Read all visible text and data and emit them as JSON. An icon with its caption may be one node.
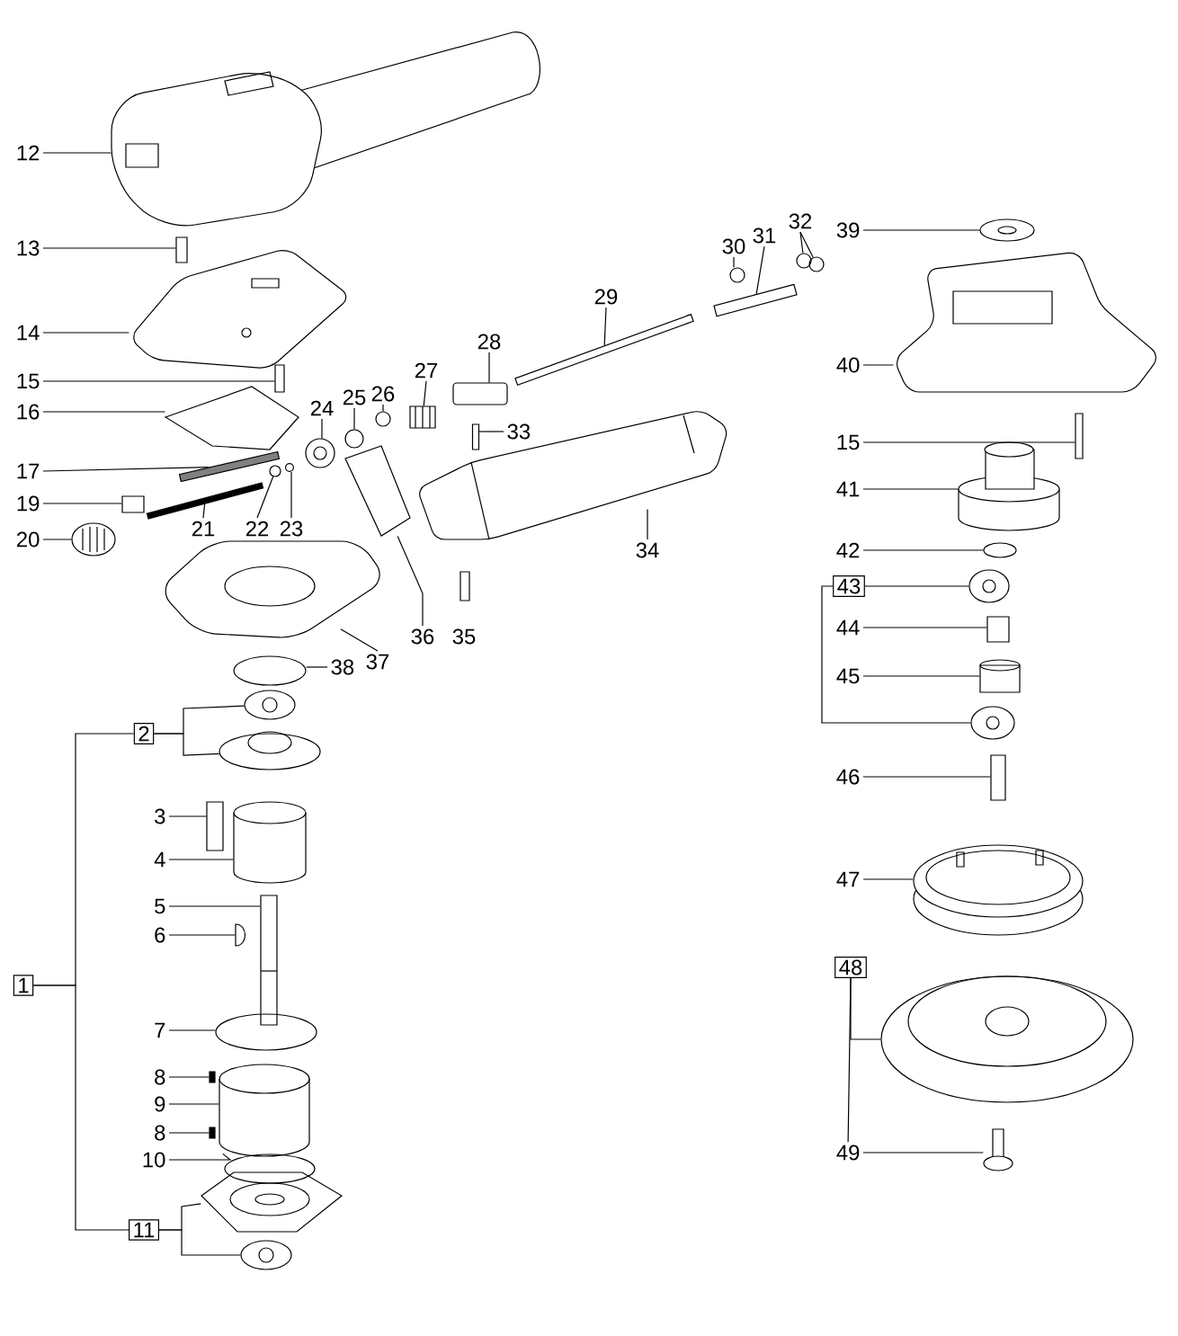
{
  "diagram": {
    "nodes": [
      {
        "text": [
          "12"
        ]
      },
      {
        "text": [
          "13"
        ]
      },
      {
        "text": [
          "14"
        ]
      },
      {
        "text": [
          "15"
        ]
      },
      {
        "text": [
          "16"
        ]
      },
      {
        "text": [
          "17"
        ]
      },
      {
        "text": [
          "19"
        ]
      },
      {
        "text": [
          "20"
        ]
      },
      {
        "text": [
          "21"
        ]
      },
      {
        "text": [
          "22"
        ]
      },
      {
        "text": [
          "23"
        ]
      },
      {
        "text": [
          "24"
        ]
      },
      {
        "text": [
          "25"
        ]
      },
      {
        "text": [
          "26"
        ]
      },
      {
        "text": [
          "27"
        ]
      },
      {
        "text": [
          "28"
        ]
      },
      {
        "text": [
          "29"
        ]
      },
      {
        "text": [
          "30"
        ]
      },
      {
        "text": [
          "31"
        ]
      },
      {
        "text": [
          "32"
        ]
      },
      {
        "text": [
          "33"
        ]
      },
      {
        "text": [
          "34"
        ]
      },
      {
        "text": [
          "36"
        ]
      },
      {
        "text": [
          "37"
        ]
      },
      {
        "text": [
          "38"
        ]
      },
      {
        "text": [
          "39"
        ]
      },
      {
        "text": [
          "40"
        ]
      },
      {
        "text": [
          "15"
        ]
      },
      {
        "text": [
          "41"
        ]
      },
      {
        "text": [
          "42"
        ]
      },
      {
        "text": [
          "43"
        ]
      },
      {
        "text": [
          "44"
        ]
      },
      {
        "text": [
          "45"
        ]
      },
      {
        "text": [
          "46"
        ]
      },
      {
        "text": [
          "47"
        ]
      },
      {
        "text": [
          "48"
        ]
      },
      {
        "text": [
          "49"
        ]
      },
      {
        "text": [
          "1"
        ]
      },
      {
        "text": [
          "2"
        ]
      },
      {
        "text": [
          "3"
        ]
      },
      {
        "text": [
          "4"
        ]
      },
      {
        "text": [
          "5"
        ]
      },
      {
        "text": [
          "6"
        ]
      },
      {
        "text": [
          "7"
        ]
      },
      {
        "text": [
          "8"
        ]
      },
      {
        "text": [
          "9"
        ]
      },
      {
        "text": [
          "8"
        ]
      },
      {
        "text": [
          "10"
        ]
      },
      {
        "text": [
          "11"
        ]
      },
      {
        "text": [],
        "shape": "picture"
      },
      {
        "text": [],
        "shape": "box"
      },
      {
        "text": [],
        "shape": "picture"
      },
      {
        "text": [],
        "shape": "box"
      },
      {
        "text": [],
        "shape": "picture"
      },
      {
        "text": [],
        "shape": "bar"
      },
      {
        "text": [],
        "shape": "box"
      },
      {
        "text": [],
        "shape": "picture"
      },
      {
        "text": [],
        "shape": "bar"
      },
      {
        "text": [],
        "shape": "circle"
      },
      {
        "text": [],
        "shape": "circle"
      },
      {
        "text": [],
        "shape": "picture"
      },
      {
        "text": [],
        "shape": "circle"
      },
      {
        "text": [],
        "shape": "circle"
      },
      {
        "text": [],
        "shape": "picture"
      },
      {
        "text": [],
        "shape": "box"
      },
      {
        "text": [],
        "shape": "box"
      },
      {
        "text": [],
        "shape": "circle"
      },
      {
        "text": [],
        "shape": "box"
      },
      {
        "text": [],
        "shape": "circle"
      },
      {
        "text": [],
        "shape": "circle"
      },
      {
        "text": [],
        "shape": "box"
      },
      {
        "text": [],
        "shape": "picture"
      },
      {
        "text": [],
        "shape": "picture"
      },
      {
        "text": [],
        "shape": "picture"
      },
      {
        "text": [],
        "shape": "circle"
      },
      {
        "text": [],
        "shape": "picture"
      },
      {
        "text": [],
        "shape": "picture"
      },
      {
        "text": [],
        "shape": "box"
      },
      {
        "text": [],
        "shape": "picture"
      },
      {
        "text": [],
        "shape": "circle"
      },
      {
        "text": [],
        "shape": "picture"
      },
      {
        "text": [],
        "shape": "box"
      },
      {
        "text": [],
        "shape": "cylinder"
      },
      {
        "text": [],
        "shape": "picture"
      },
      {
        "text": [],
        "shape": "box"
      },
      {
        "text": [],
        "shape": "circle"
      },
      {
        "text": [],
        "shape": "picture"
      },
      {
        "text": [],
        "shape": "picture"
      },
      {
        "text": [],
        "shape": "picture"
      },
      {
        "text": [],
        "shape": "picture"
      },
      {
        "text": [],
        "shape": "box"
      },
      {
        "text": [],
        "shape": "cylinder"
      },
      {
        "text": [],
        "shape": "picture"
      },
      {
        "text": [],
        "shape": "picture"
      },
      {
        "text": [],
        "shape": "circle"
      },
      {
        "text": [],
        "shape": "bar"
      },
      {
        "text": [],
        "shape": "cylinder"
      },
      {
        "text": [],
        "shape": "bar"
      },
      {
        "text": [],
        "shape": "picture"
      },
      {
        "text": [],
        "shape": "picture"
      }
    ],
    "edges": [
      {
        "from": 0,
        "to": 49,
        "arrow": "none"
      },
      {
        "from": 1,
        "to": 50,
        "arrow": "none"
      },
      {
        "from": 2,
        "to": 51,
        "arrow": "none"
      },
      {
        "from": 3,
        "to": 52,
        "arrow": "none"
      },
      {
        "from": 4,
        "to": 53,
        "arrow": "none"
      },
      {
        "from": 5,
        "to": 54,
        "arrow": "none"
      },
      {
        "from": 6,
        "to": 55,
        "arrow": "none"
      },
      {
        "from": 7,
        "to": 56,
        "arrow": "none"
      },
      {
        "from": 8,
        "to": 57,
        "arrow": "none"
      },
      {
        "from": 9,
        "to": 58,
        "arrow": "none"
      },
      {
        "from": 10,
        "to": 59,
        "arrow": "none"
      },
      {
        "from": 11,
        "to": 60,
        "arrow": "none"
      },
      {
        "from": 12,
        "to": 61,
        "arrow": "none"
      },
      {
        "from": 13,
        "to": 62,
        "arrow": "none"
      },
      {
        "from": 14,
        "to": 63,
        "arrow": "none"
      },
      {
        "from": 15,
        "to": 64,
        "arrow": "none"
      },
      {
        "from": 16,
        "to": 65,
        "arrow": "none"
      },
      {
        "from": 17,
        "to": 66,
        "arrow": "none"
      },
      {
        "from": 18,
        "to": 67,
        "arrow": "none"
      },
      {
        "from": 19,
        "to": 68,
        "arrow": "none"
      },
      {
        "from": 19,
        "to": 69,
        "arrow": "none"
      },
      {
        "from": 20,
        "to": 70,
        "arrow": "none"
      },
      {
        "from": 21,
        "to": 71,
        "arrow": "none"
      },
      {
        "from": 22,
        "to": 72,
        "arrow": "none"
      },
      {
        "from": 23,
        "to": 73,
        "arrow": "none"
      },
      {
        "from": 24,
        "to": 74,
        "arrow": "none"
      },
      {
        "from": 25,
        "to": 75,
        "arrow": "none"
      },
      {
        "from": 26,
        "to": 76,
        "arrow": "none"
      },
      {
        "from": 27,
        "to": 77,
        "arrow": "none"
      },
      {
        "from": 28,
        "to": 78,
        "arrow": "none"
      },
      {
        "from": 29,
        "to": 79,
        "arrow": "none"
      },
      {
        "from": 30,
        "to": 80,
        "arrow": "none"
      },
      {
        "from": 30,
        "to": 83,
        "arrow": "none"
      },
      {
        "from": 31,
        "to": 81,
        "arrow": "none"
      },
      {
        "from": 32,
        "to": 82,
        "arrow": "none"
      },
      {
        "from": 33,
        "to": 84,
        "arrow": "none"
      },
      {
        "from": 34,
        "to": 85,
        "arrow": "none"
      },
      {
        "from": 35,
        "to": 86,
        "arrow": "none"
      },
      {
        "from": 35,
        "to": 36,
        "arrow": "none"
      },
      {
        "from": 36,
        "to": 87,
        "arrow": "none"
      },
      {
        "from": 37,
        "to": 38,
        "arrow": "none"
      },
      {
        "from": 37,
        "to": 48,
        "arrow": "none"
      },
      {
        "from": 38,
        "to": 88,
        "arrow": "none"
      },
      {
        "from": 38,
        "to": 89,
        "arrow": "none"
      },
      {
        "from": 39,
        "to": 90,
        "arrow": "none"
      },
      {
        "from": 40,
        "to": 91,
        "arrow": "none"
      },
      {
        "from": 41,
        "to": 92,
        "arrow": "none"
      },
      {
        "from": 42,
        "to": 93,
        "arrow": "none"
      },
      {
        "from": 43,
        "to": 94,
        "arrow": "none"
      },
      {
        "from": 44,
        "to": 95,
        "arrow": "none"
      },
      {
        "from": 45,
        "to": 96,
        "arrow": "none"
      },
      {
        "from": 46,
        "to": 97,
        "arrow": "none"
      },
      {
        "from": 47,
        "to": 98,
        "arrow": "none"
      },
      {
        "from": 48,
        "to": 98,
        "arrow": "none"
      },
      {
        "from": 48,
        "to": 99,
        "arrow": "none"
      }
    ],
    "labels": [
      "35"
    ]
  }
}
